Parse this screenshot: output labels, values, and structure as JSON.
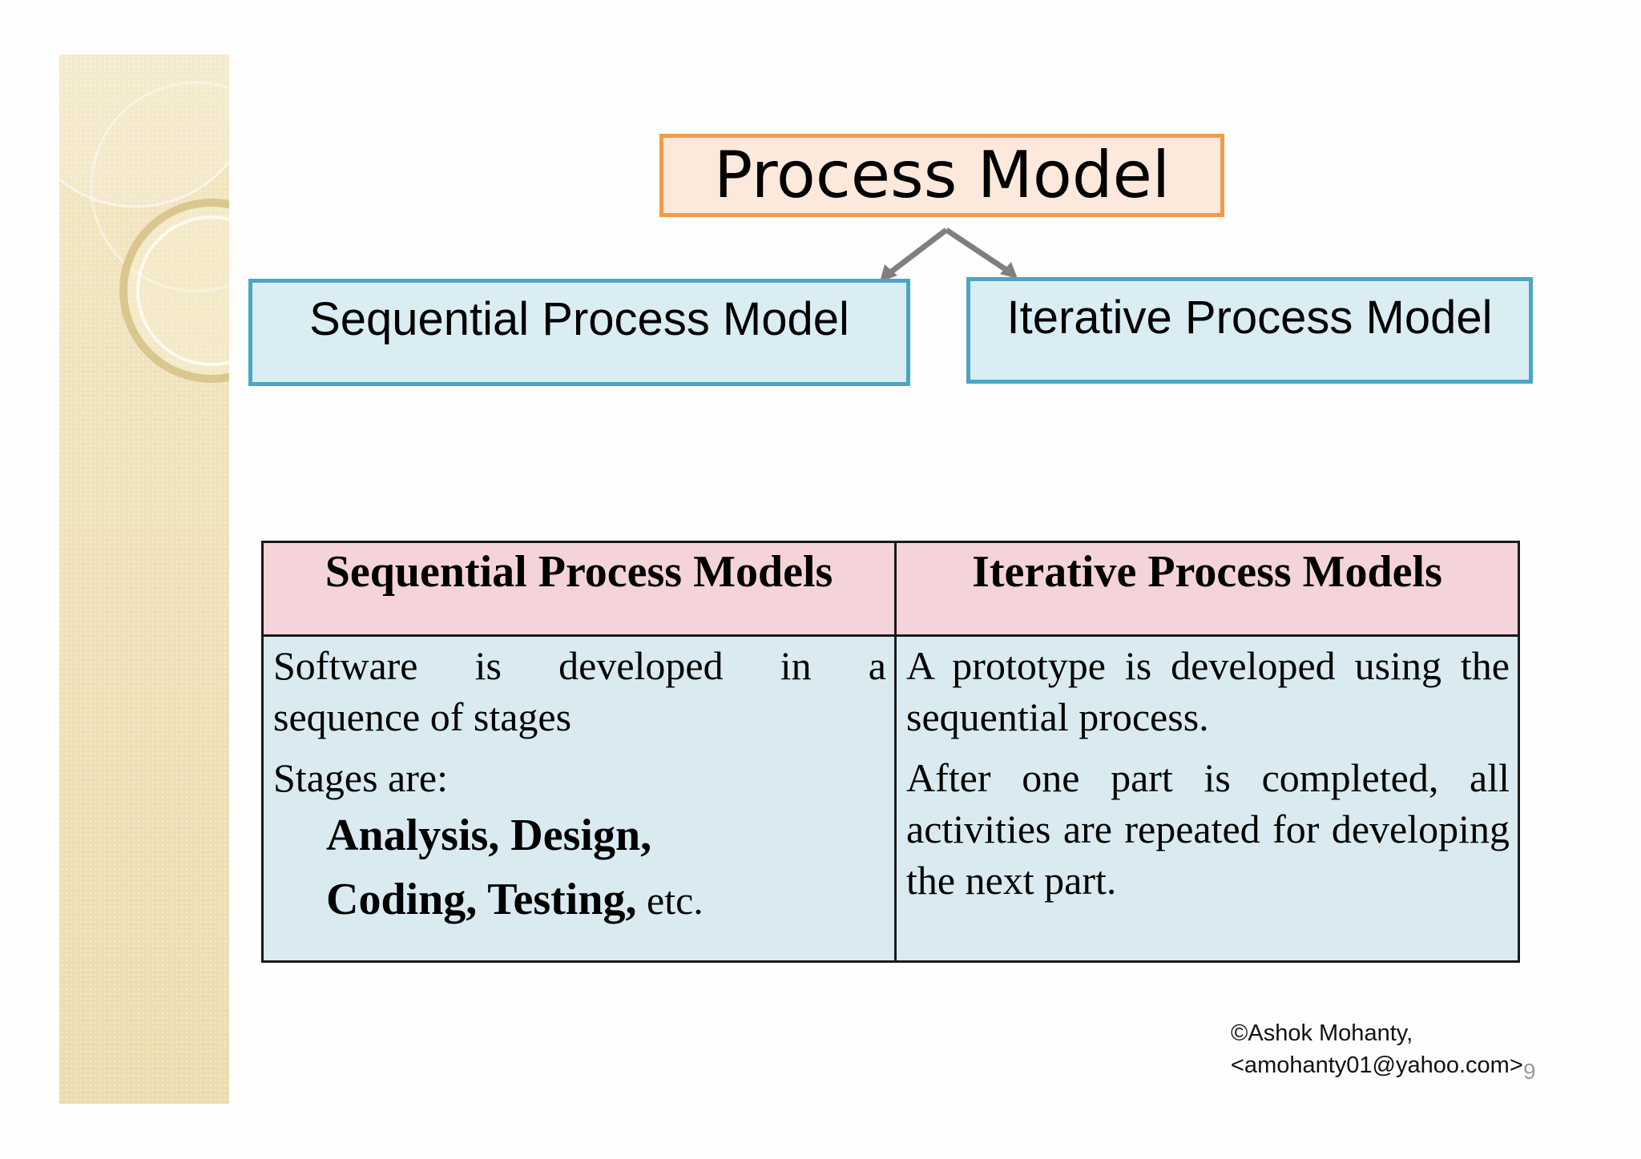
{
  "diagram": {
    "title": "Process Model",
    "left_box": "Sequential Process Model",
    "right_box": "Iterative Process Model"
  },
  "table": {
    "headers": [
      "Sequential Process Models",
      "Iterative Process Models"
    ],
    "sequential": {
      "line1_words": [
        "Software",
        "is",
        "developed",
        "in",
        "a"
      ],
      "line2": "sequence of stages",
      "stages_intro": "Stages are:",
      "stages_line1": "Analysis, Design,",
      "stages_line2_bold": "Coding, Testing,",
      "stages_line2_rest": " etc."
    },
    "iterative": {
      "para1": "A prototype is developed using the sequential process.",
      "para2": "After one part is completed, all activities are repeated for developing the next part."
    }
  },
  "footer": {
    "credit_line1": "©Ashok Mohanty,",
    "credit_line2": "<amohanty01@yahoo.com>",
    "page_number": "9"
  },
  "colors": {
    "title_border": "#f39a4a",
    "title_fill": "#fde9dc",
    "box_border": "#4aa6c4",
    "box_fill": "#daedf3",
    "header_fill": "#f4d4d9",
    "cell_fill": "#d9ebf1",
    "arrow": "#7f7f7f"
  }
}
